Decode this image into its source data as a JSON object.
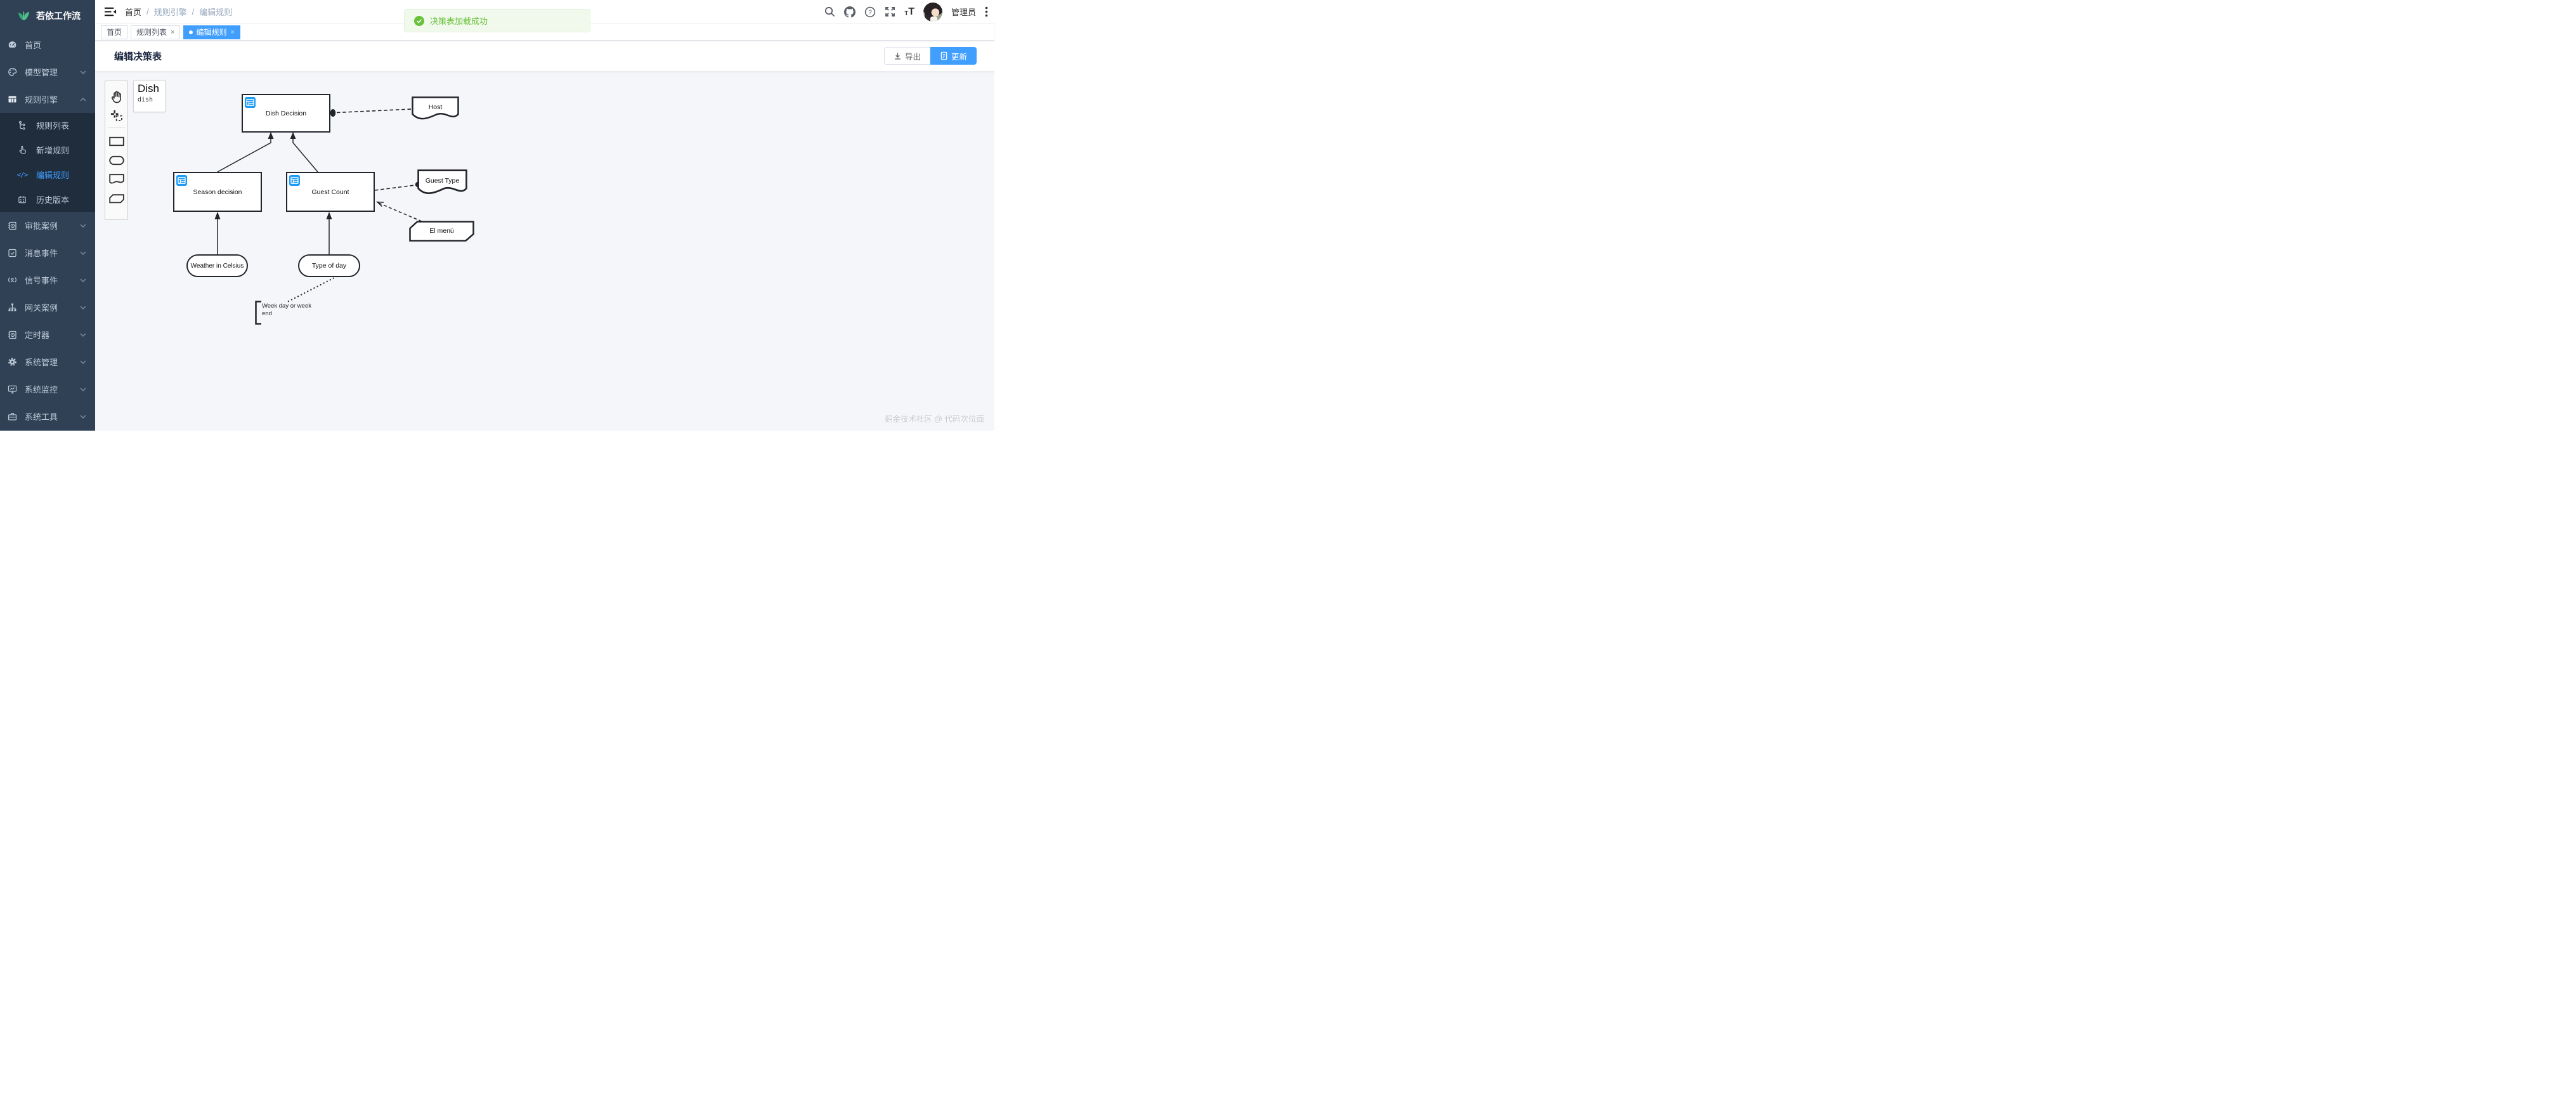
{
  "app": {
    "title": "若依工作流"
  },
  "colors": {
    "accent": "#409eff",
    "sidebar_bg": "#304156",
    "submenu_bg": "#1f2d3d",
    "success": "#67c23a",
    "toast_bg": "#f0f9eb",
    "node_border": "#23252b",
    "decision_icon_blue": "#1c9cf6",
    "canvas_bg": "#f4f6f9"
  },
  "navbar": {
    "breadcrumb": [
      "首页",
      "规则引擎",
      "编辑规则"
    ],
    "user_name": "管理员",
    "icons": [
      "search-icon",
      "github-icon",
      "question-icon",
      "fullscreen-icon",
      "font-size-icon",
      "kebab-icon"
    ]
  },
  "tabs": [
    {
      "label": "首页",
      "closable": false,
      "active": false
    },
    {
      "label": "规则列表",
      "closable": true,
      "active": false,
      "close_glyph": "×"
    },
    {
      "label": "编辑规则",
      "closable": true,
      "active": true,
      "close_glyph": "×"
    }
  ],
  "toast": {
    "message": "决策表加载成功",
    "icon": "check-circle-icon"
  },
  "page": {
    "title": "编辑决策表",
    "buttons": {
      "export": "导出",
      "update": "更新"
    }
  },
  "sidebar": {
    "items": [
      {
        "label": "首页",
        "icon": "dashboard-icon"
      },
      {
        "label": "模型管理",
        "icon": "palette-icon",
        "expandable": true
      },
      {
        "label": "规则引擎",
        "icon": "table-icon",
        "expandable": true,
        "expanded": true,
        "children": [
          {
            "label": "规则列表",
            "icon": "tree-icon"
          },
          {
            "label": "新增规则",
            "icon": "pointer-icon"
          },
          {
            "label": "编辑规则",
            "icon": "code-icon",
            "active": true,
            "code_glyph": "</>"
          },
          {
            "label": "历史版本",
            "icon": "calendar-icon"
          }
        ]
      },
      {
        "label": "审批案例",
        "icon": "audit-icon",
        "expandable": true
      },
      {
        "label": "消息事件",
        "icon": "message-icon",
        "expandable": true
      },
      {
        "label": "信号事件",
        "icon": "signal-icon",
        "expandable": true
      },
      {
        "label": "网关案例",
        "icon": "sitemap-icon",
        "expandable": true
      },
      {
        "label": "定时器",
        "icon": "timer-icon",
        "expandable": true
      },
      {
        "label": "系统管理",
        "icon": "gear-icon",
        "expandable": true
      },
      {
        "label": "系统监控",
        "icon": "monitor-icon",
        "expandable": true
      },
      {
        "label": "系统工具",
        "icon": "toolbox-icon",
        "expandable": true
      }
    ]
  },
  "diagram": {
    "palette_tools": [
      "hand-tool",
      "lasso-tool",
      "decision-shape-tool",
      "input-data-shape-tool",
      "knowledge-source-shape-tool",
      "business-knowledge-shape-tool"
    ],
    "palette_card": {
      "title": "Dish",
      "subtitle": "dish"
    },
    "nodes": {
      "dish_decision": "Dish Decision",
      "host": "Host",
      "season_decision": "Season decision",
      "guest_count": "Guest Count",
      "guest_type": "Guest Type",
      "el_menu": "El menú",
      "weather": "Weather in Celsius",
      "type_of_day": "Type of day",
      "annotation": "Week day or week end"
    },
    "watermark": "掘金技术社区 @ 代码次位面"
  }
}
